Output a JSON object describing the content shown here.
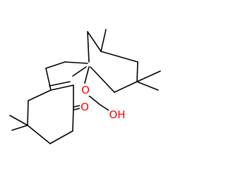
{
  "atoms": [
    {
      "id": "oxygen-ether",
      "label": "O",
      "color": "#ff0000"
    },
    {
      "id": "oxygen-ketone",
      "label": "O",
      "color": "#ff0000"
    },
    {
      "id": "hydroxyl",
      "label": "OH",
      "color": "#ff0000"
    }
  ],
  "colors": {
    "bond": "#000000",
    "heteroatom": "#ff0000",
    "background": "#ffffff"
  }
}
